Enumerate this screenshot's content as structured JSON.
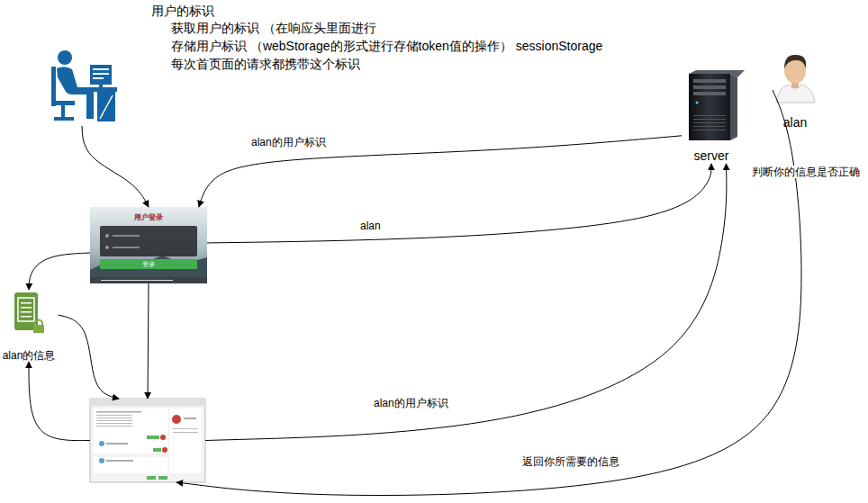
{
  "diagram": {
    "title": "用户的标识",
    "nodes": [
      {
        "text": []
      },
      {
        "text": [
          "server"
        ]
      },
      {
        "text": [
          "alan"
        ]
      },
      {
        "text": [
          "用户登录",
          "登录"
        ]
      },
      {
        "text": [
          "alan的信息"
        ]
      },
      {
        "text": []
      }
    ],
    "edges": [
      {
        "from": 0,
        "to": 3,
        "arrow": "to"
      },
      {
        "from": 1,
        "to": 3,
        "label": "alan的用户标识",
        "arrow": "to"
      },
      {
        "from": 3,
        "to": 1,
        "label": "alan",
        "arrow": "to"
      },
      {
        "from": 3,
        "to": 4,
        "arrow": "to"
      },
      {
        "from": 3,
        "to": 5,
        "arrow": "to"
      },
      {
        "from": 4,
        "to": 5,
        "arrow": "to"
      },
      {
        "from": 5,
        "to": 4,
        "arrow": "to"
      },
      {
        "from": 5,
        "to": 1,
        "label": "alan的用户标识",
        "arrow": "to"
      },
      {
        "from": 2,
        "to": 5,
        "label": "返回你所需要的信息",
        "arrow": "to"
      }
    ],
    "labels": [
      "获取用户的标识 （在响应头里面进行",
      "存储用户标识 （webStorage的形式进行存储token值的操作） sessionStorage",
      "每次首页面的请求都携带这个标识",
      "判断你的信息是否正确"
    ]
  }
}
